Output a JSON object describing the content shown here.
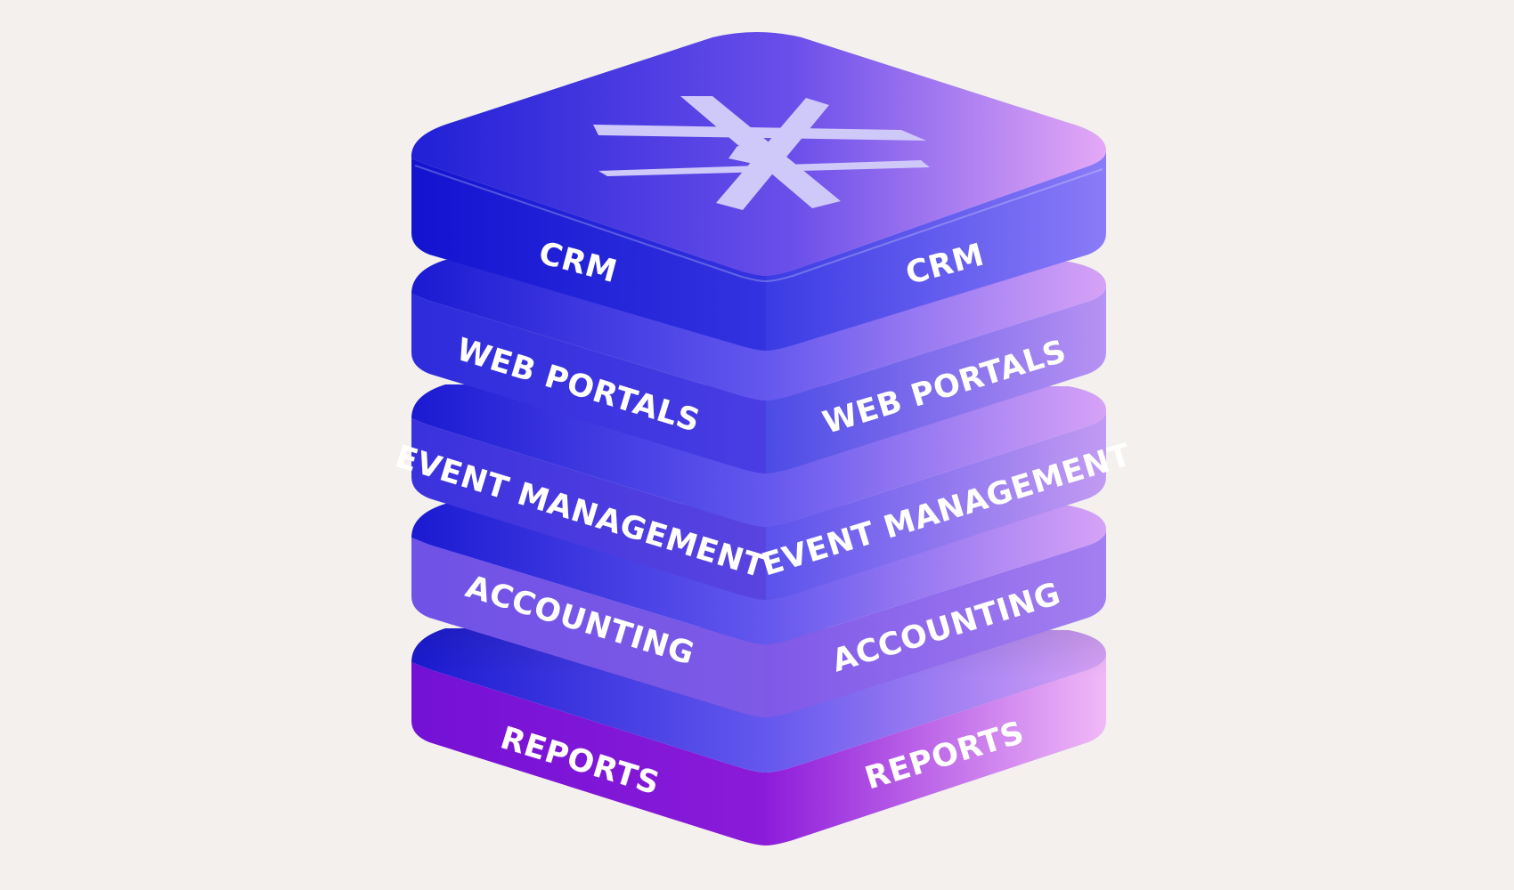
{
  "diagram": {
    "layers": [
      {
        "id": "reports",
        "label": "REPORTS"
      },
      {
        "id": "accounting",
        "label": "ACCOUNTING"
      },
      {
        "id": "event-management",
        "label": "EVENT MANAGEMENT"
      },
      {
        "id": "web-portals",
        "label": "WEB PORTALS"
      },
      {
        "id": "crm",
        "label": "CRM"
      }
    ],
    "top_icon": "asterisk-logo-icon"
  },
  "colors": {
    "background": "#F3F0EE",
    "label_text": "#FFFFFF",
    "logo": "#CFC9FA",
    "top_gradient": [
      "#2020D6",
      "#6B4FEA",
      "#E4A8F6"
    ],
    "crm_left": [
      "#1313D0",
      "#3333E0"
    ],
    "crm_right": [
      "#3A3BE4",
      "#8A7CF8"
    ],
    "web_left": [
      "#2D2CDB",
      "#4A3DE4"
    ],
    "web_right": [
      "#4B4BE6",
      "#B792F3"
    ],
    "event_left": [
      "#3A31DE",
      "#5A44E0"
    ],
    "event_right": [
      "#5A52EC",
      "#C29AF2"
    ],
    "accounting_left": [
      "#6F52E6",
      "#7E5AE6"
    ],
    "accounting_right": [
      "#7F58E8",
      "#A37FF0"
    ],
    "reports_left": [
      "#7411D6",
      "#8A1BD8"
    ],
    "reports_right": [
      "#8E1CDA",
      "#F0B9F8"
    ],
    "under_top": [
      "#1A1AD2",
      "#6256EE",
      "#D6A2F6"
    ]
  }
}
